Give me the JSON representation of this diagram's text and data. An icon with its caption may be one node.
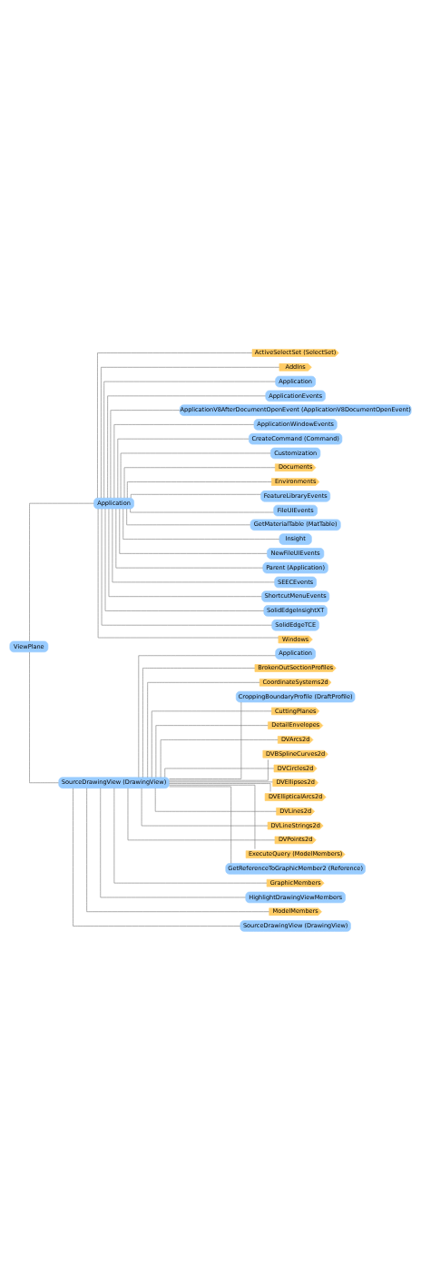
{
  "diagram": {
    "nodes": [
      {
        "text": [
          "ViewPlane"
        ]
      },
      {
        "text": [
          "Application"
        ]
      },
      {
        "text": [
          "ActiveSelectSet (SelectSet)"
        ]
      },
      {
        "text": [
          "AddIns"
        ]
      },
      {
        "text": [
          "Application"
        ]
      },
      {
        "text": [
          "ApplicationEvents"
        ]
      },
      {
        "text": [
          "ApplicationV8AfterDocumentOpenEvent (ApplicationV8DocumentOpenEvent)"
        ]
      },
      {
        "text": [
          "ApplicationWindowEvents"
        ]
      },
      {
        "text": [
          "CreateCommand (Command)"
        ]
      },
      {
        "text": [
          "Customization"
        ]
      },
      {
        "text": [
          "Documents"
        ]
      },
      {
        "text": [
          "Environments"
        ]
      },
      {
        "text": [
          "FeatureLibraryEvents"
        ]
      },
      {
        "text": [
          "FileUIEvents"
        ]
      },
      {
        "text": [
          "GetMaterialTable (MatTable)"
        ]
      },
      {
        "text": [
          "Insight"
        ]
      },
      {
        "text": [
          "NewFileUIEvents"
        ]
      },
      {
        "text": [
          "Parent (Application)"
        ]
      },
      {
        "text": [
          "SEECEvents"
        ]
      },
      {
        "text": [
          "ShortcutMenuEvents"
        ]
      },
      {
        "text": [
          "SolidEdgeInsightXT"
        ]
      },
      {
        "text": [
          "SolidEdgeTCE"
        ]
      },
      {
        "text": [
          "Windows"
        ]
      },
      {
        "text": [
          "SourceDrawingView (DrawingView)"
        ]
      },
      {
        "text": [
          "Application"
        ]
      },
      {
        "text": [
          "BrokenOutSectionProfiles"
        ]
      },
      {
        "text": [
          "CoordinateSystems2d"
        ]
      },
      {
        "text": [
          "CroppingBoundaryProfile (DraftProfile)"
        ]
      },
      {
        "text": [
          "CuttingPlanes"
        ]
      },
      {
        "text": [
          "DetailEnvelopes"
        ]
      },
      {
        "text": [
          "DVArcs2d"
        ]
      },
      {
        "text": [
          "DVBSplineCurves2d"
        ]
      },
      {
        "text": [
          "DVCircles2d"
        ]
      },
      {
        "text": [
          "DVEllipses2d"
        ]
      },
      {
        "text": [
          "DVEllipticalArcs2d"
        ]
      },
      {
        "text": [
          "DVLines2d"
        ]
      },
      {
        "text": [
          "DVLineStrings2d"
        ]
      },
      {
        "text": [
          "DVPoints2d"
        ]
      },
      {
        "text": [
          "ExecuteQuery (ModelMembers)"
        ]
      },
      {
        "text": [
          "GetReferenceToGraphicMember2 (Reference)"
        ]
      },
      {
        "text": [
          "GraphicMembers"
        ]
      },
      {
        "text": [
          "HighlightDrawingViewMembers"
        ]
      },
      {
        "text": [
          "ModelMembers"
        ]
      },
      {
        "text": [
          "SourceDrawingView (DrawingView)"
        ]
      }
    ],
    "edges": [
      {
        "from": 0,
        "to": 1,
        "arrow": "none"
      },
      {
        "from": 1,
        "to": 2,
        "arrow": "none"
      },
      {
        "from": 1,
        "to": 3,
        "arrow": "none"
      },
      {
        "from": 1,
        "to": 4,
        "arrow": "none"
      },
      {
        "from": 1,
        "to": 5,
        "arrow": "none"
      },
      {
        "from": 1,
        "to": 6,
        "arrow": "none"
      },
      {
        "from": 1,
        "to": 7,
        "arrow": "none"
      },
      {
        "from": 1,
        "to": 8,
        "arrow": "none"
      },
      {
        "from": 1,
        "to": 9,
        "arrow": "none"
      },
      {
        "from": 1,
        "to": 10,
        "arrow": "none"
      },
      {
        "from": 1,
        "to": 11,
        "arrow": "none"
      },
      {
        "from": 1,
        "to": 12,
        "arrow": "none"
      },
      {
        "from": 1,
        "to": 13,
        "arrow": "none"
      },
      {
        "from": 1,
        "to": 14,
        "arrow": "none"
      },
      {
        "from": 1,
        "to": 15,
        "arrow": "none"
      },
      {
        "from": 1,
        "to": 16,
        "arrow": "none"
      },
      {
        "from": 1,
        "to": 17,
        "arrow": "none"
      },
      {
        "from": 1,
        "to": 18,
        "arrow": "none"
      },
      {
        "from": 1,
        "to": 19,
        "arrow": "none"
      },
      {
        "from": 1,
        "to": 20,
        "arrow": "none"
      },
      {
        "from": 1,
        "to": 21,
        "arrow": "none"
      },
      {
        "from": 1,
        "to": 22,
        "arrow": "none"
      },
      {
        "from": 0,
        "to": 23,
        "arrow": "none"
      },
      {
        "from": 23,
        "to": 24,
        "arrow": "none"
      },
      {
        "from": 23,
        "to": 25,
        "arrow": "none"
      },
      {
        "from": 23,
        "to": 26,
        "arrow": "none"
      },
      {
        "from": 23,
        "to": 27,
        "arrow": "none"
      },
      {
        "from": 23,
        "to": 28,
        "arrow": "none"
      },
      {
        "from": 23,
        "to": 29,
        "arrow": "none"
      },
      {
        "from": 23,
        "to": 30,
        "arrow": "none"
      },
      {
        "from": 23,
        "to": 31,
        "arrow": "none"
      },
      {
        "from": 23,
        "to": 32,
        "arrow": "none"
      },
      {
        "from": 23,
        "to": 33,
        "arrow": "none"
      },
      {
        "from": 23,
        "to": 34,
        "arrow": "none"
      },
      {
        "from": 23,
        "to": 35,
        "arrow": "none"
      },
      {
        "from": 23,
        "to": 36,
        "arrow": "none"
      },
      {
        "from": 23,
        "to": 37,
        "arrow": "none"
      },
      {
        "from": 23,
        "to": 38,
        "arrow": "none"
      },
      {
        "from": 23,
        "to": 39,
        "arrow": "none"
      },
      {
        "from": 23,
        "to": 40,
        "arrow": "none"
      },
      {
        "from": 23,
        "to": 41,
        "arrow": "none"
      },
      {
        "from": 23,
        "to": 42,
        "arrow": "none"
      },
      {
        "from": 23,
        "to": 43,
        "arrow": "none"
      }
    ]
  }
}
